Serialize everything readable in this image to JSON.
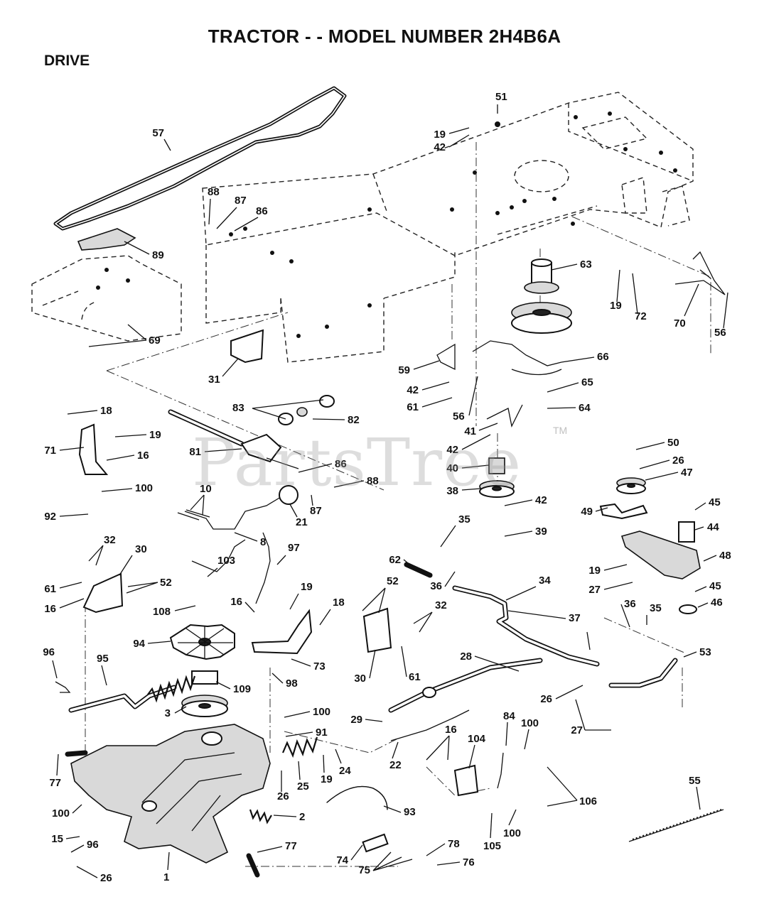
{
  "header": {
    "title": "TRACTOR - - MODEL NUMBER 2H4B6A",
    "section": "DRIVE"
  },
  "watermark": {
    "text": "PartsTree",
    "tm": "TM"
  },
  "callouts": [
    "57",
    "51",
    "19",
    "42",
    "88",
    "87",
    "86",
    "89",
    "69",
    "63",
    "19",
    "72",
    "70",
    "56",
    "31",
    "59",
    "42",
    "61",
    "56",
    "66",
    "65",
    "64",
    "18",
    "19",
    "71",
    "16",
    "100",
    "92",
    "83",
    "82",
    "81",
    "86",
    "88",
    "87",
    "10",
    "21",
    "8",
    "41",
    "42",
    "40",
    "38",
    "42",
    "39",
    "50",
    "26",
    "47",
    "49",
    "45",
    "44",
    "48",
    "19",
    "27",
    "45",
    "46",
    "32",
    "30",
    "61",
    "52",
    "16",
    "103",
    "108",
    "94",
    "109",
    "3",
    "97",
    "19",
    "18",
    "16",
    "73",
    "98",
    "52",
    "32",
    "30",
    "61",
    "62",
    "35",
    "36",
    "34",
    "37",
    "28",
    "36",
    "35",
    "53",
    "26",
    "27",
    "96",
    "95",
    "100",
    "91",
    "29",
    "22",
    "16",
    "104",
    "84",
    "100",
    "106",
    "105",
    "100",
    "77",
    "100",
    "15",
    "96",
    "26",
    "1",
    "26",
    "25",
    "19",
    "24",
    "2",
    "93",
    "77",
    "74",
    "75",
    "78",
    "76",
    "55"
  ]
}
